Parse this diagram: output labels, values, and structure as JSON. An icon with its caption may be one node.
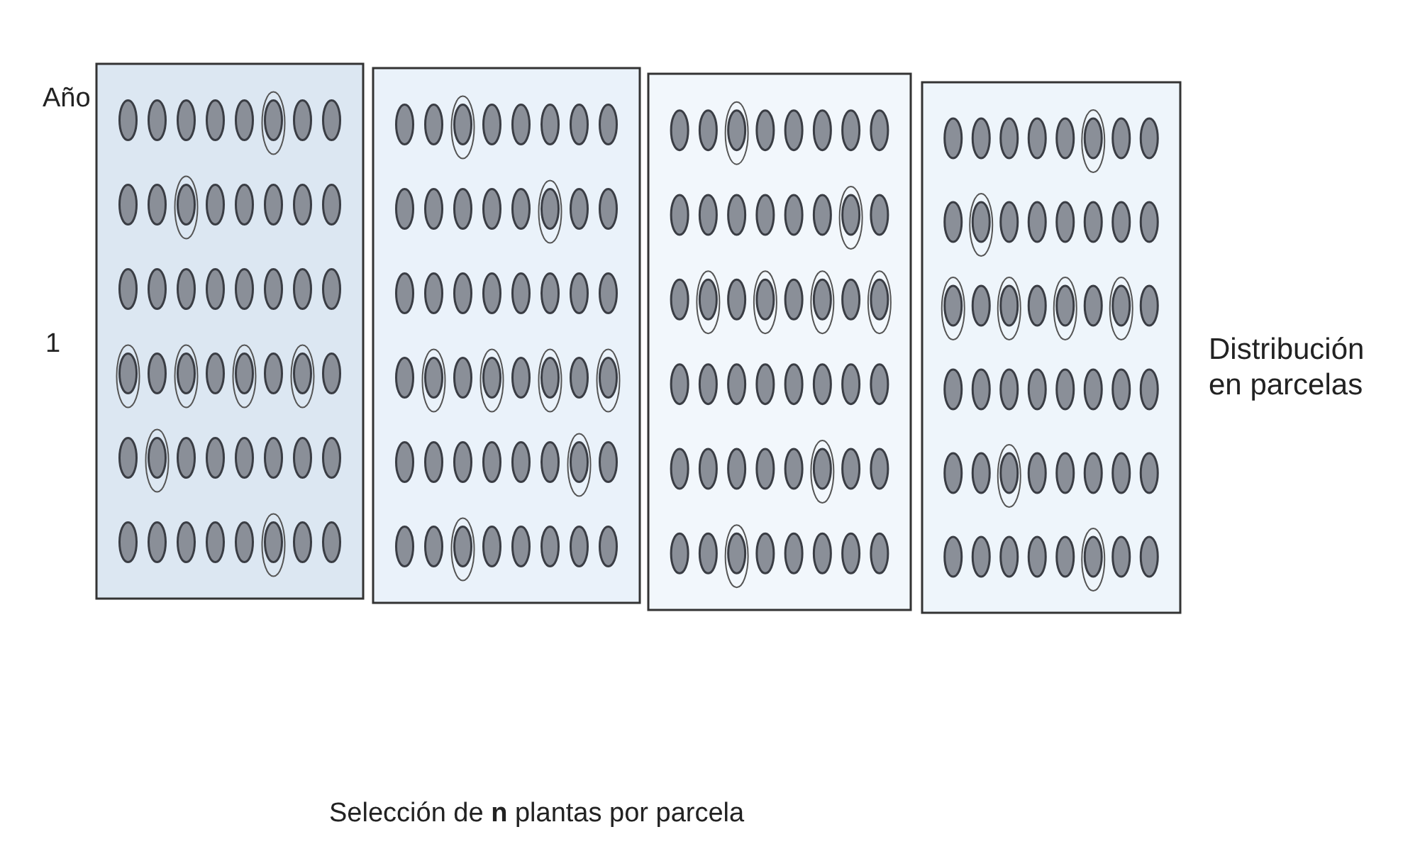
{
  "diagram": {
    "labels": [
      "Año",
      "1",
      "Distribución en parcelas",
      "Selección de **n** plantas por parcela"
    ]
  }
}
